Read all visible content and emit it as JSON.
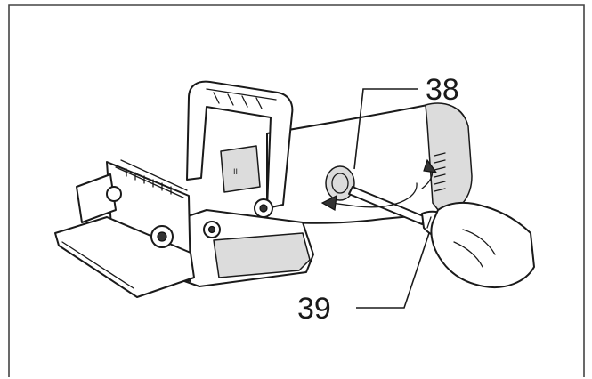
{
  "callouts": {
    "part_38": "38",
    "part_39": "39"
  },
  "icons": [
    "biscuit-joiner-illustration",
    "screwdriver-icon",
    "hand-icon",
    "rotation-arrow-icon"
  ],
  "colors": {
    "line": "#1a1a1a",
    "shade": "#dcdcdc",
    "background": "#ffffff"
  }
}
